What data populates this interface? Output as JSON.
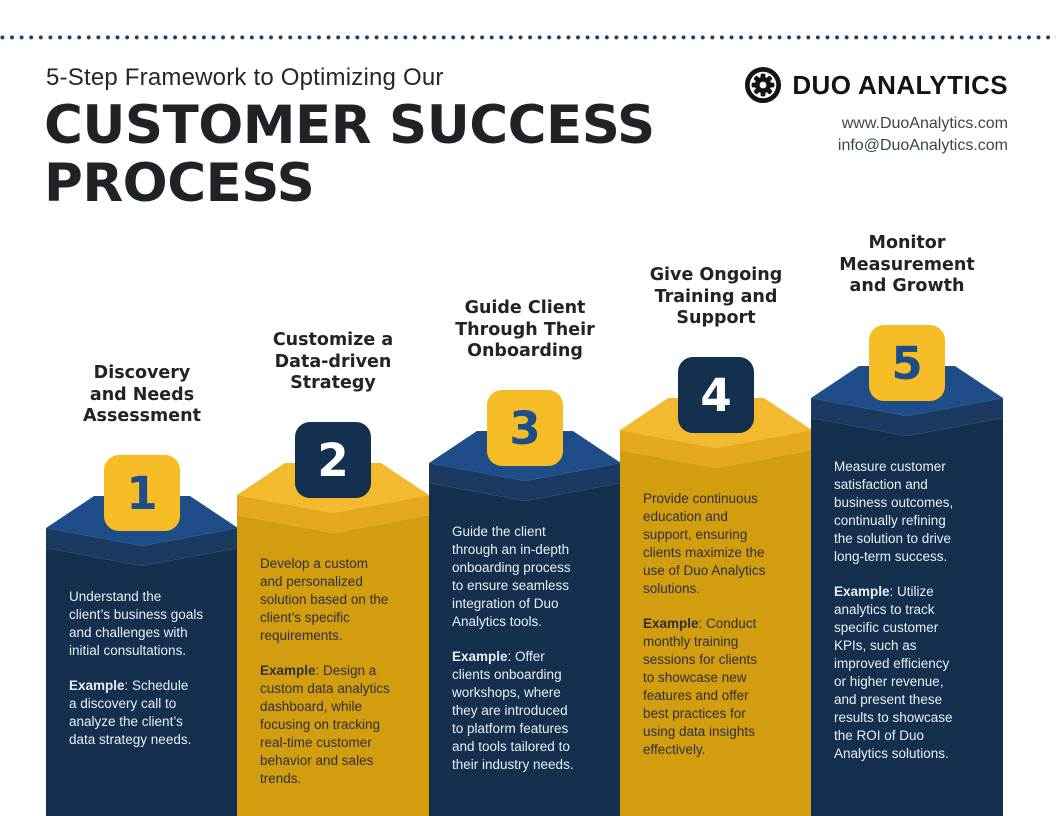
{
  "header": {
    "subtitle": "5-Step Framework to Optimizing Our",
    "title_line1": "CUSTOMER SUCCESS",
    "title_line2": "PROCESS"
  },
  "brand": {
    "name": "DUO ANALYTICS",
    "logo_icon": "gear-icon",
    "website": "www.DuoAnalytics.com",
    "email": "info@DuoAnalytics.com"
  },
  "steps": [
    {
      "number": "1",
      "theme": "navy",
      "title": "Discovery\nand Needs\nAssessment",
      "description": "Understand the\nclient’s business goals\nand challenges with\ninitial consultations.",
      "example_label": "Example",
      "example_text": ": Schedule\na discovery call to\nanalyze the client’s\ndata strategy needs."
    },
    {
      "number": "2",
      "theme": "gold",
      "title": "Customize a\nData-driven\nStrategy",
      "description": "Develop a custom\nand personalized\nsolution based on the\nclient’s specific\nrequirements.",
      "example_label": "Example",
      "example_text": ": Design a\ncustom data analytics\ndashboard, while\nfocusing on tracking\nreal-time customer\nbehavior and sales\ntrends."
    },
    {
      "number": "3",
      "theme": "navy",
      "title": "Guide Client\nThrough Their\nOnboarding",
      "description": "Guide the client\nthrough an in-depth\nonboarding process\nto ensure seamless\nintegration of Duo\nAnalytics tools.",
      "example_label": "Example",
      "example_text": ": Offer\nclients onboarding\nworkshops, where\nthey are introduced\nto platform features\nand tools tailored to\ntheir industry needs."
    },
    {
      "number": "4",
      "theme": "gold",
      "title": "Give Ongoing\nTraining and\nSupport",
      "description": "Provide continuous\neducation and\nsupport, ensuring\nclients maximize the\nuse of Duo Analytics\nsolutions.",
      "example_label": "Example",
      "example_text": ": Conduct\nmonthly training\nsessions for clients\nto showcase new\nfeatures and offer\nbest practices for\nusing data insights\neffectively."
    },
    {
      "number": "5",
      "theme": "navy",
      "title": "Monitor\nMeasurement\nand Growth",
      "description": "Measure customer\nsatisfaction and\nbusiness outcomes,\ncontinually refining\nthe solution to drive\nlong-term success.",
      "example_label": "Example",
      "example_text": ": Utilize\nanalytics to track\nspecific customer\nKPIs, such as\nimproved efficiency\nor higher revenue,\nand present these\nresults to showcase\nthe ROI of Duo\nAnalytics solutions."
    }
  ],
  "colors": {
    "navy_top": "#1E4D8A",
    "navy_band": "#1A3A61",
    "navy_body": "#14304E",
    "gold_top": "#F3BA2F",
    "gold_band": "#E3A81C",
    "gold_body": "#D29E10",
    "badge_gold": "#F6BD26",
    "badge_navy": "#14304F",
    "badge_number_navy": "#1D4E8A",
    "text_dark": "#20232A",
    "text_on_navy": "#E9EEF4",
    "text_on_gold": "#2B303A",
    "dotted": "#1F4066",
    "brand_black": "#141414",
    "contact": "#3A4551",
    "page_bg": "#FFFFFF"
  }
}
